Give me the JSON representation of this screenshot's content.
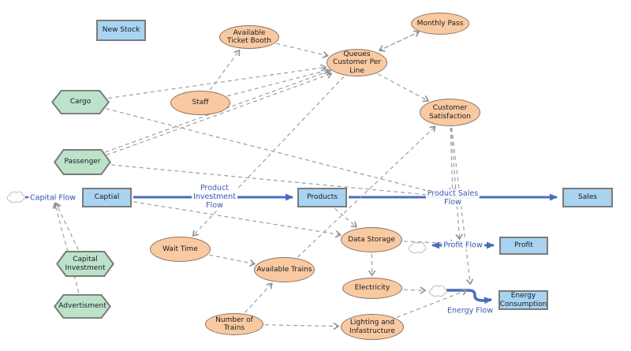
{
  "diagram_type": "stock-and-flow-system-dynamics",
  "nodes": {
    "new_stock": {
      "label": "New Stock",
      "type": "stock"
    },
    "captial": {
      "label": "Captial",
      "type": "stock"
    },
    "products": {
      "label": "Products",
      "type": "stock"
    },
    "sales": {
      "label": "Sales",
      "type": "stock"
    },
    "profit": {
      "label": "Profit",
      "type": "stock"
    },
    "energy_consumption": {
      "label": "Energy Consumption",
      "type": "stock"
    },
    "available_ticket_booth": {
      "label": "Available Ticket Booth",
      "type": "variable"
    },
    "monthly_pass": {
      "label": "Monthly Pass",
      "type": "variable"
    },
    "queues": {
      "label": "Queues Customer Per Line",
      "type": "variable"
    },
    "customer_satisfaction": {
      "label": "Customer Satisfaction",
      "type": "variable"
    },
    "staff": {
      "label": "Staff",
      "type": "variable"
    },
    "wait_time": {
      "label": "Wait Time",
      "type": "variable"
    },
    "available_trains": {
      "label": "Available Trains",
      "type": "variable"
    },
    "data_storage": {
      "label": "Data Storage",
      "type": "variable"
    },
    "electricity": {
      "label": "Electricity",
      "type": "variable"
    },
    "number_of_trains": {
      "label": "Number of Trains",
      "type": "variable"
    },
    "lighting": {
      "label": "Lighting and Infastructure",
      "type": "variable"
    },
    "cargo": {
      "label": "Cargo",
      "type": "parameter"
    },
    "passenger": {
      "label": "Passenger",
      "type": "parameter"
    },
    "capital_investment": {
      "label": "Capital Investment",
      "type": "parameter"
    },
    "advertisment": {
      "label": "Advertisment",
      "type": "parameter"
    }
  },
  "flows": {
    "capital": {
      "label": "Capital Flow"
    },
    "product_investment": {
      "label": "Product\nInvestment\nFlow"
    },
    "product_sales": {
      "label": "Product Sales\nFlow"
    },
    "profit": {
      "label": "Profit Flow"
    },
    "energy": {
      "label": "Energy Flow"
    }
  },
  "edges": [
    [
      "staff",
      "available_ticket_booth",
      0
    ],
    [
      "available_ticket_booth",
      "queues",
      0
    ],
    [
      "cargo",
      "queues",
      0
    ],
    [
      "passenger",
      "queues",
      -2
    ],
    [
      "passenger",
      "queues",
      2
    ],
    [
      "staff",
      "queues",
      0
    ],
    [
      "queues",
      "monthly_pass",
      -2
    ],
    [
      "monthly_pass",
      "queues",
      2
    ],
    [
      "queues",
      "customer_satisfaction",
      0
    ],
    [
      "queues",
      "wait_time",
      0
    ],
    [
      "cargo",
      "sales_valve",
      0
    ],
    [
      "passenger",
      "sales_valve",
      0
    ],
    [
      "customer_satisfaction",
      "sales_valve",
      0
    ],
    [
      "captial",
      "data_storage",
      0
    ],
    [
      "products",
      "data_storage",
      0
    ],
    [
      "wait_time",
      "available_trains",
      0
    ],
    [
      "number_of_trains",
      "available_trains",
      0
    ],
    [
      "number_of_trains",
      "lighting",
      0
    ],
    [
      "available_trains",
      "customer_satisfaction",
      0
    ],
    [
      "data_storage",
      "electricity",
      0
    ],
    [
      "data_storage",
      "profit_valve",
      0
    ],
    [
      "customer_satisfaction",
      "profit_valve",
      0
    ],
    [
      "customer_satisfaction",
      "energy_valve",
      0
    ],
    [
      "electricity",
      "energy_cloud",
      0
    ],
    [
      "lighting",
      "energy_valve",
      0
    ],
    [
      "capital_investment",
      "capital_valve",
      0
    ],
    [
      "advertisment",
      "capital_valve",
      0
    ]
  ],
  "colors": {
    "stock_fill": "#a8d4f2",
    "variable_fill": "#f9c9a2",
    "parameter_fill": "#bce2ca",
    "flow_blue": "#4a6cc0",
    "influence_link_gray": "#9e9e9e"
  }
}
